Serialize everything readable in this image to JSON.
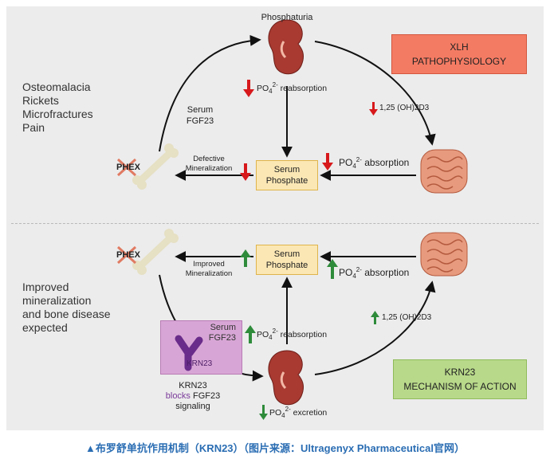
{
  "xlh": {
    "top_label": "Phosphaturia",
    "reabsorption_prefix": "PO",
    "reabsorption_sub": "4",
    "reabsorption_sup": "2-",
    "reabsorption_suffix": " reabsorption",
    "vitd_label": "1,25 (OH)2D3",
    "serum_fgf23": [
      "Serum",
      "FGF23"
    ],
    "symptoms": [
      "Osteomalacia",
      "Rickets",
      "Microfractures",
      "Pain"
    ],
    "phex_label": "PHEX",
    "mineral_label": [
      "Defective",
      "Mineralization"
    ],
    "phosphate_box": [
      "Serum",
      "Phosphate"
    ],
    "absorption_prefix": "PO",
    "absorption_sub": "4",
    "absorption_sup": "2-",
    "absorption_suffix": " absorption",
    "title_box": [
      "XLH",
      "PATHOPHYSIOLOGY"
    ]
  },
  "krn": {
    "phex_label": "PHEX",
    "mineral_label": [
      "Improved",
      "Mineralization"
    ],
    "phosphate_box": [
      "Serum",
      "Phosphate"
    ],
    "absorption_prefix": "PO",
    "absorption_sub": "4",
    "absorption_sup": "2-",
    "absorption_suffix": " absorption",
    "outcome": [
      "Improved",
      "mineralization",
      "and bone disease",
      "expected"
    ],
    "vitd_label": "1,25 (OH)2D3",
    "serum_fgf23": [
      "Serum",
      "FGF23"
    ],
    "antibody_label": "KRN23",
    "reabsorption_prefix": "PO",
    "reabsorption_sub": "4",
    "reabsorption_sup": "2-",
    "reabsorption_suffix": " reabsorption",
    "blocks_text": [
      "KRN23",
      "blocks",
      "FGF23",
      "signaling"
    ],
    "excretion_prefix": "PO",
    "excretion_sub": "4",
    "excretion_sup": "2-",
    "excretion_suffix": " excretion",
    "title_box": [
      "KRN23",
      "MECHANISM OF ACTION"
    ]
  },
  "caption": "▲布罗舒单抗作用机制（KRN23）（图片来源：Ultragenyx Pharmaceutical官网）",
  "colors": {
    "down_arrow": "#d7191c",
    "up_arrow": "#2e8b3a",
    "caption": "#2a6db3"
  }
}
